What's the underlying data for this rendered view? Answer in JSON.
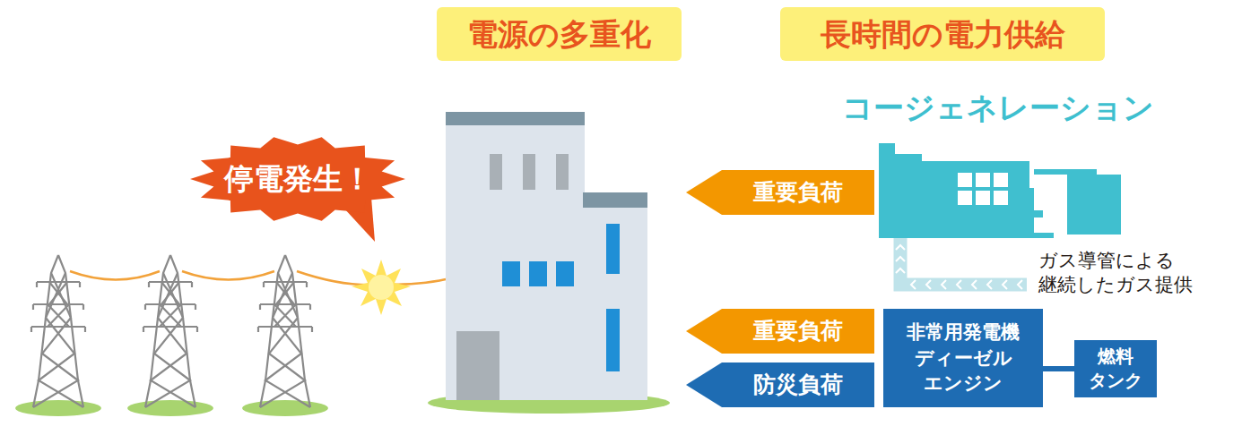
{
  "diagram": {
    "nodes": [
      {
        "text": [
          "電源の多重化"
        ]
      },
      {
        "text": [
          "長時間の電力供給"
        ]
      },
      {
        "text": [
          "停電発生！"
        ]
      },
      {
        "text": [
          "コージェネレーション"
        ]
      },
      {
        "text": [
          "重要負荷"
        ]
      },
      {
        "text": [
          "重要負荷"
        ]
      },
      {
        "text": [
          "防災負荷"
        ]
      },
      {
        "text": [
          "非常用発電機 ディーゼル エンジン"
        ]
      },
      {
        "text": [
          "燃料 タンク"
        ]
      }
    ],
    "edges": [
      {
        "from": 7,
        "to": 8,
        "arrow": "none"
      }
    ],
    "labels": [
      "ガス導管による 継続したガス提供"
    ]
  }
}
